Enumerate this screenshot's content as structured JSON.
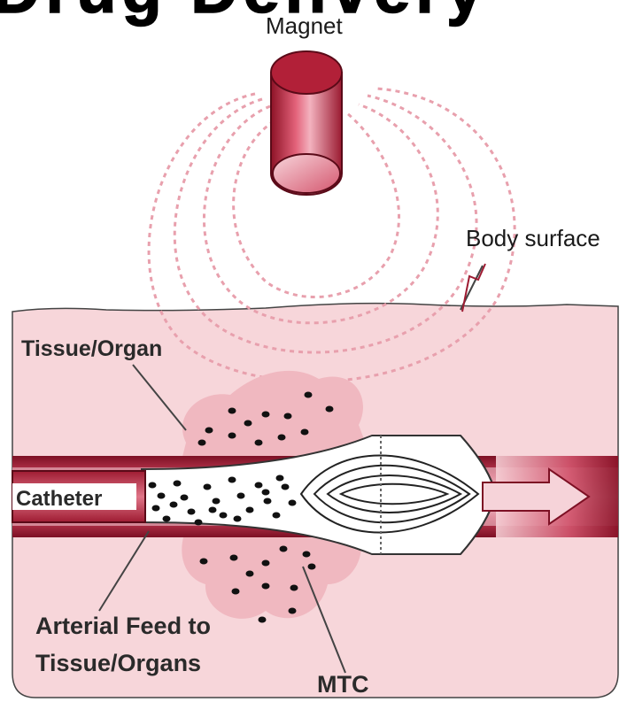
{
  "header_fragment": "Drug Delivery",
  "labels": {
    "magnet": "Magnet",
    "body_surface": "Body surface",
    "tissue_organ": "Tissue/Organ",
    "catheter": "Catheter",
    "arterial_feed_line1": "Arterial Feed to",
    "arterial_feed_line2": "Tissue/Organs",
    "mtc": "MTC"
  },
  "colors": {
    "body_tissue": "#f7d6da",
    "tissue_blob": "#f0b8c0",
    "vessel_dark": "#9e1b32",
    "vessel_mid": "#c8405a",
    "vessel_light": "#f2b8c3",
    "magnet": "#c0283f",
    "field_lines": "#e8a0ad",
    "particles": "#111111"
  }
}
